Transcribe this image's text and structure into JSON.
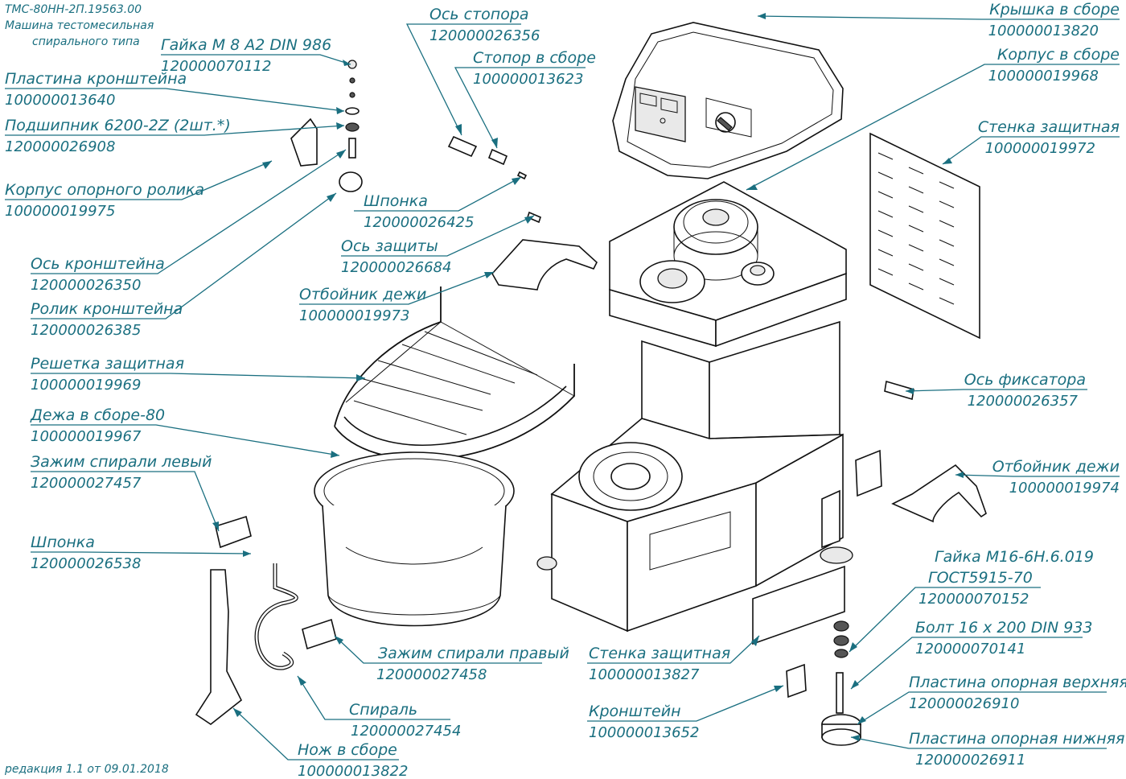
{
  "header": {
    "code": "ТМС-80НН-2П.19563.00",
    "title_line1": "Машина тестомесильная",
    "title_line2": "спирального типа"
  },
  "footer": {
    "revision": "редакция 1.1 от 09.01.2018"
  },
  "labels": [
    {
      "id": "gayka-m8",
      "name": "Гайка М 8 А2 DIN 986",
      "number": "120000070112"
    },
    {
      "id": "plastina-kronshteina",
      "name": "Пластина кронштейна",
      "number": "100000013640"
    },
    {
      "id": "podshipnik",
      "name": "Подшипник 6200-2Z (2шт.*)",
      "number": "120000026908"
    },
    {
      "id": "korpus-opornogo-rolika",
      "name": "Корпус опорного ролика",
      "number": "100000019975"
    },
    {
      "id": "os-kronshteina",
      "name": "Ось кронштейна",
      "number": "120000026350"
    },
    {
      "id": "rolik-kronshteina",
      "name": "Ролик кронштейна",
      "number": "120000026385"
    },
    {
      "id": "reshetka-zashchitnaya",
      "name": "Решетка защитная",
      "number": "100000019969"
    },
    {
      "id": "dezha-v-sbore",
      "name": "Дежа в сборе-80",
      "number": "100000019967"
    },
    {
      "id": "zazhim-spirali-levyy",
      "name": "Зажим спирали левый",
      "number": "120000027457"
    },
    {
      "id": "shponka-left",
      "name": "Шпонка",
      "number": "120000026538"
    },
    {
      "id": "os-stopora",
      "name": "Ось стопора",
      "number": "120000026356"
    },
    {
      "id": "stopor-v-sbore",
      "name": "Стопор в сборе",
      "number": "100000013623"
    },
    {
      "id": "shponka-mid",
      "name": "Шпонка",
      "number": "120000026425"
    },
    {
      "id": "os-zashchity",
      "name": "Ось защиты",
      "number": "120000026684"
    },
    {
      "id": "otboynik-dezhi-1",
      "name": "Отбойник дежи",
      "number": "100000019973"
    },
    {
      "id": "kryshka-v-sbore",
      "name": "Крышка в сборе",
      "number": "100000013820"
    },
    {
      "id": "korpus-v-sbore",
      "name": "Корпус в сборе",
      "number": "100000019968"
    },
    {
      "id": "stenka-zashchitnaya-1",
      "name": "Стенка защитная",
      "number": "100000019972"
    },
    {
      "id": "os-fiksatora",
      "name": "Ось фиксатора",
      "number": "120000026357"
    },
    {
      "id": "otboynik-dezhi-2",
      "name": "Отбойник дежи",
      "number": "100000019974"
    },
    {
      "id": "gayka-m16",
      "name": "Гайка М16-6Н.6.019",
      "number": "120000070152",
      "standard": "ГОСТ5915-70"
    },
    {
      "id": "bolt-16x200",
      "name": "Болт 16 х 200 DIN 933",
      "number": "120000070141"
    },
    {
      "id": "plastina-opornaya-verkh",
      "name": "Пластина опорная верхняя",
      "number": "120000026910"
    },
    {
      "id": "plastina-opornaya-nizh",
      "name": "Пластина опорная нижняя",
      "number": "120000026911"
    },
    {
      "id": "zazhim-spirali-pravyy",
      "name": "Зажим спирали правый",
      "number": "120000027458"
    },
    {
      "id": "stenka-zashchitnaya-2",
      "name": "Стенка защитная",
      "number": "100000013827"
    },
    {
      "id": "spiral",
      "name": "Спираль",
      "number": "120000027454"
    },
    {
      "id": "kronshteyn",
      "name": "Кронштейн",
      "number": "100000013652"
    },
    {
      "id": "nozh-v-sbore",
      "name": "Нож в сборе",
      "number": "100000013822"
    }
  ]
}
